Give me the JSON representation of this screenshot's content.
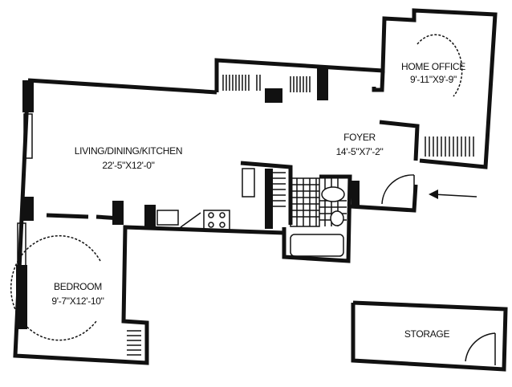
{
  "rooms": {
    "living": {
      "name": "LIVING/DINING/KITCHEN",
      "size": "22'-5\"X12'-0\""
    },
    "foyer": {
      "name": "FOYER",
      "size": "14'-5\"X7'-2\""
    },
    "office": {
      "name": "HOME OFFICE",
      "size": "9'-11\"X9'-9\""
    },
    "bedroom": {
      "name": "BEDROOM",
      "size": "9'-7\"X12'-10\""
    },
    "storage": {
      "name": "STORAGE"
    }
  },
  "colors": {
    "ink": "#111111",
    "paper": "#ffffff"
  }
}
